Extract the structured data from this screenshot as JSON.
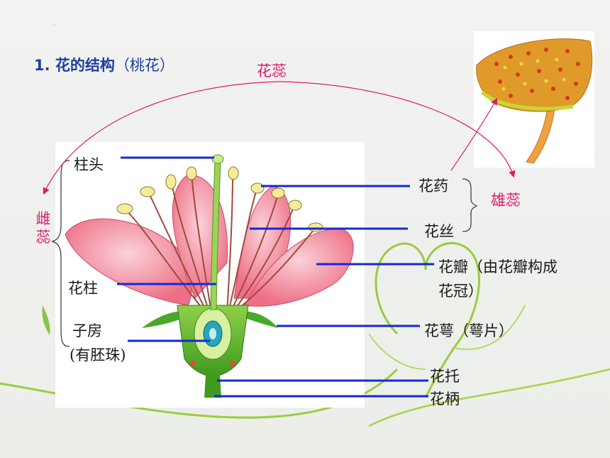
{
  "title": {
    "number": "1.",
    "main": "花的结构",
    "paren": "（桃花）"
  },
  "groups": {
    "stamen": "花蕊",
    "pistil": "雌蕊",
    "male": "雄蕊"
  },
  "labels": {
    "stigma": "柱头",
    "style": "花柱",
    "ovary": "子房",
    "ovule_note": "(有胚珠)",
    "anther": "花药",
    "filament": "花丝",
    "petal_line1": "花瓣（由花瓣构成",
    "petal_line2": "花冠）",
    "sepal": "花萼（萼片）",
    "receptacle": "花托",
    "pedicel": "花柄"
  },
  "colors": {
    "title_blue": "#1f3fa0",
    "pointer_blue": "#1428d8",
    "accent_red": "#e0186a",
    "petal_pink": "#f07a8e",
    "stem_green": "#5cb020"
  }
}
